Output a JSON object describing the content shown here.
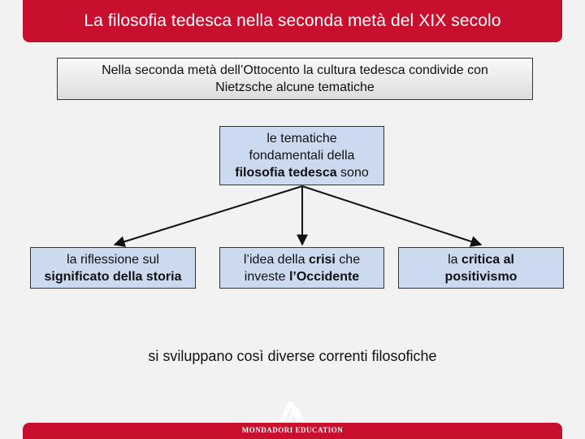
{
  "header": {
    "title": "La filosofia tedesca nella seconda metà del XIX secolo"
  },
  "intro": {
    "line1": "Nella seconda metà dell’Ottocento la cultura tedesca condivide con",
    "line2": "Nietzsche alcune tematiche"
  },
  "top_box": {
    "line1": "le tematiche",
    "line2": "fondamentali della",
    "line3_bold": "filosofia tedesca",
    "line3_rest": " sono"
  },
  "branches": [
    {
      "pre": "la riflessione sul",
      "bold": "significato della storia"
    },
    {
      "pre": "l’idea della ",
      "bold": "crisi",
      "mid": " che",
      "line2_pre": "investe ",
      "line2_bold": "l’Occidente"
    },
    {
      "pre": "la ",
      "bold": "critica al",
      "line2_bold": "positivismo"
    }
  ],
  "conclusion": "si sviluppano così diverse correnti filosofiche",
  "footer": {
    "logo_text": "MONDADORI EDUCATION"
  },
  "colors": {
    "accent": "#c8102e",
    "box_fill": "#ccdaf0"
  }
}
